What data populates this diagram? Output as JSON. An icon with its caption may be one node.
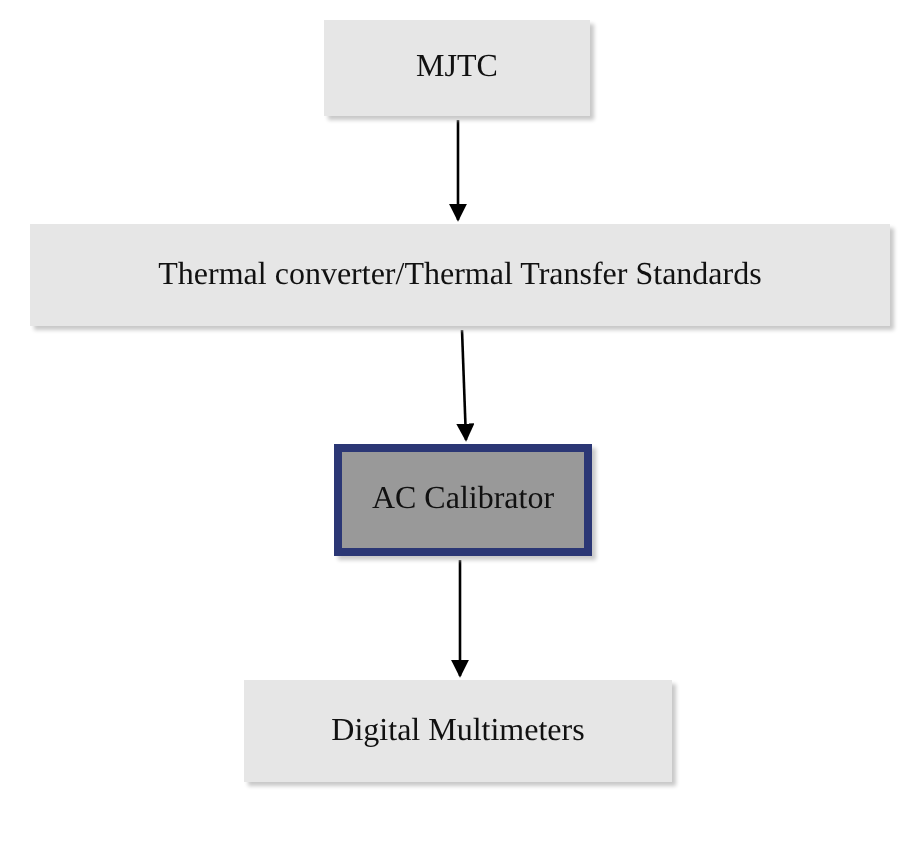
{
  "diagram": {
    "nodes": [
      {
        "text": [
          "MJTC"
        ]
      },
      {
        "text": [
          "Thermal converter/Thermal Transfer Standards"
        ]
      },
      {
        "text": [
          "AC Calibrator"
        ]
      },
      {
        "text": [
          "Digital Multimeters"
        ]
      }
    ],
    "edges": [
      {
        "from": 0,
        "to": 1,
        "arrow": "to"
      },
      {
        "from": 1,
        "to": 2,
        "arrow": "to"
      },
      {
        "from": 2,
        "to": 3,
        "arrow": "to"
      }
    ]
  }
}
